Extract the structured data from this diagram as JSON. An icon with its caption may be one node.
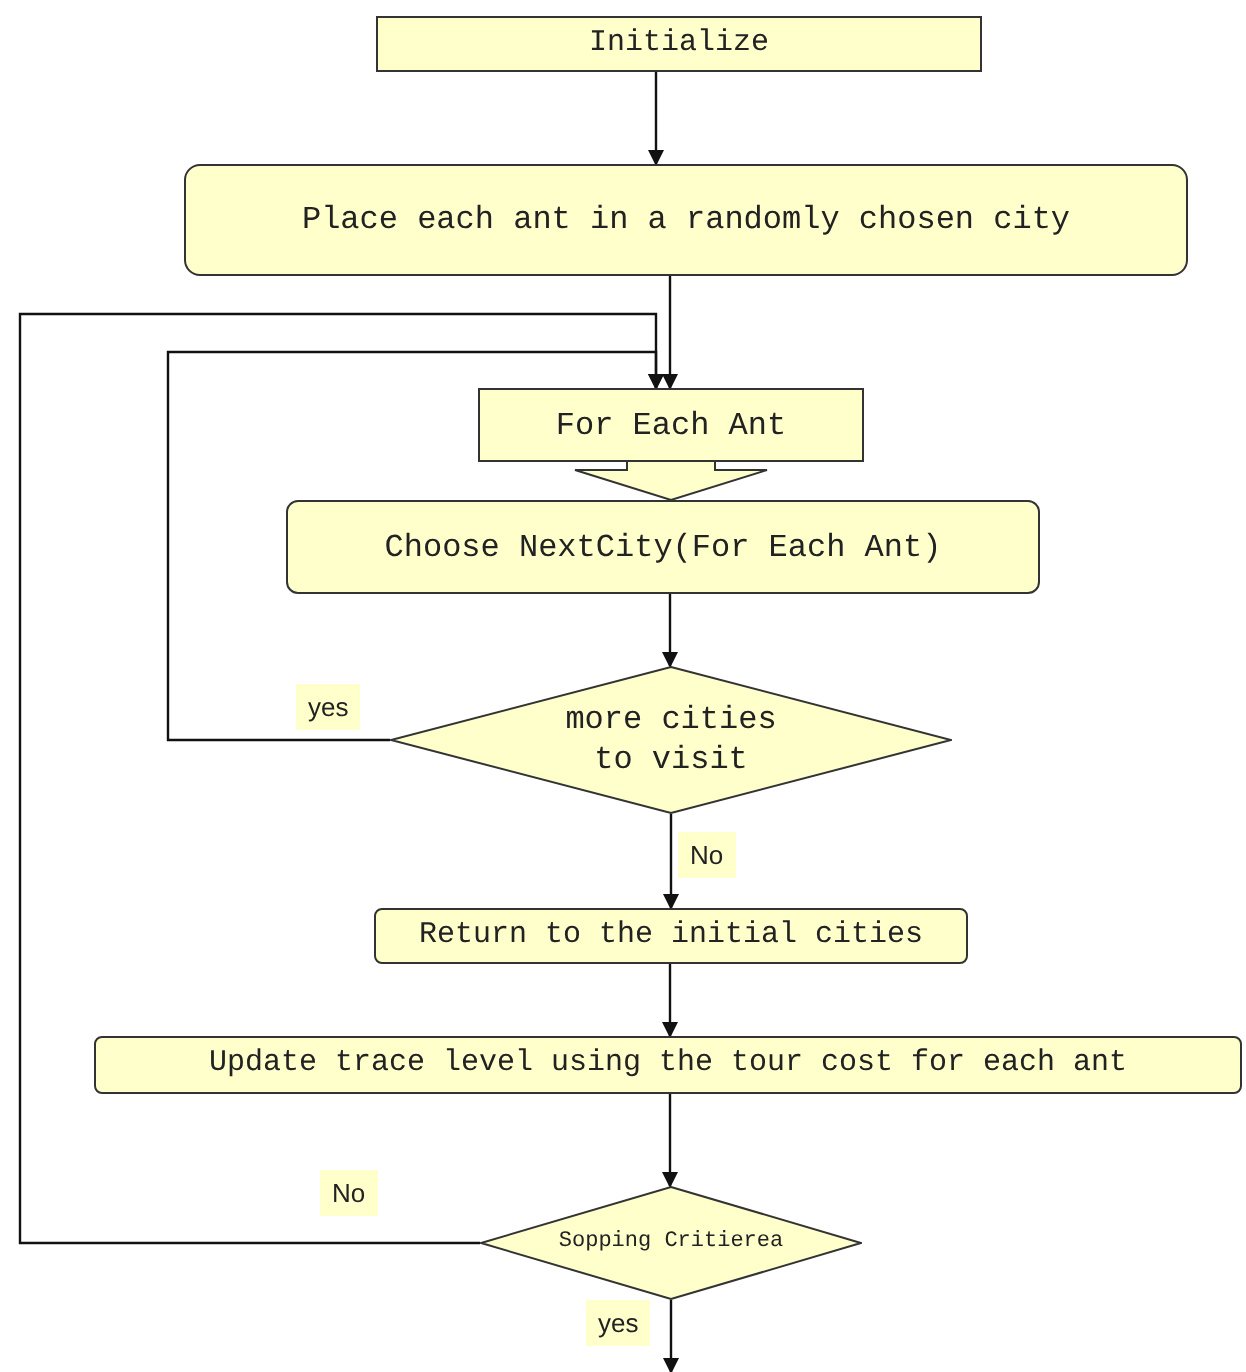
{
  "diagram": {
    "nodes": [
      {
        "text": [
          "Initialize"
        ]
      },
      {
        "text": [
          "Place each ant in a randomly chosen city"
        ]
      },
      {
        "text": [
          "For Each Ant"
        ]
      },
      {
        "text": [
          "Choose NextCity(For Each Ant)"
        ]
      },
      {
        "text": [
          "more cities to visit"
        ]
      },
      {
        "text": [
          "Return to the initial cities"
        ]
      },
      {
        "text": [
          "Update trace level using the tour cost for each ant"
        ]
      },
      {
        "text": [
          "Sopping Critierea"
        ]
      }
    ],
    "edges": [
      {
        "from": 0,
        "to": 1,
        "arrow": "to"
      },
      {
        "from": 1,
        "to": 2,
        "arrow": "to"
      },
      {
        "from": 2,
        "to": 3,
        "arrow": "to",
        "style": "thick"
      },
      {
        "from": 3,
        "to": 4,
        "arrow": "to"
      },
      {
        "from": 4,
        "to": 2,
        "arrow": "to",
        "label": "yes"
      },
      {
        "from": 4,
        "to": 5,
        "arrow": "to",
        "label": "No"
      },
      {
        "from": 5,
        "to": 6,
        "arrow": "to"
      },
      {
        "from": 6,
        "to": 7,
        "arrow": "to"
      },
      {
        "from": 7,
        "to": 2,
        "arrow": "to",
        "label": "No"
      },
      {
        "from": 7,
        "to": null,
        "arrow": "to",
        "label": "yes"
      }
    ]
  }
}
